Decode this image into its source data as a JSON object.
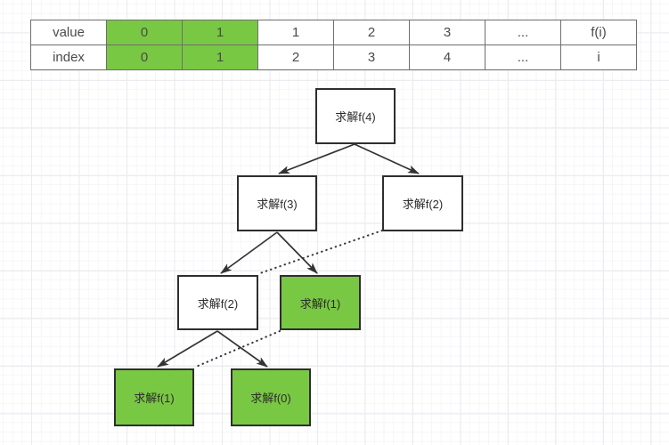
{
  "table": {
    "rows": [
      {
        "cells": [
          "value",
          "0",
          "1",
          "1",
          "2",
          "3",
          "...",
          "f(i)"
        ]
      },
      {
        "cells": [
          "index",
          "0",
          "1",
          "2",
          "3",
          "4",
          "...",
          "i"
        ]
      }
    ],
    "highlighted_columns": [
      1,
      2
    ]
  },
  "tree": {
    "nodes": [
      {
        "label": "求解f(4)",
        "highlighted": false
      },
      {
        "label": "求解f(3)",
        "highlighted": false
      },
      {
        "label": "求解f(2)",
        "highlighted": false
      },
      {
        "label": "求解f(2)",
        "highlighted": false
      },
      {
        "label": "求解f(1)",
        "highlighted": true
      },
      {
        "label": "求解f(1)",
        "highlighted": true
      },
      {
        "label": "求解f(0)",
        "highlighted": true
      }
    ],
    "solid_edges": [
      {
        "from": 0,
        "to": 1
      },
      {
        "from": 0,
        "to": 2
      },
      {
        "from": 1,
        "to": 3
      },
      {
        "from": 1,
        "to": 4
      },
      {
        "from": 3,
        "to": 5
      },
      {
        "from": 3,
        "to": 6
      }
    ],
    "dotted_edges": [
      {
        "from": 2,
        "to": 3
      },
      {
        "from": 4,
        "to": 5
      }
    ]
  },
  "colors": {
    "highlight_green": "#79c843",
    "node_border": "#2e2e2e",
    "table_border": "#6e6e6e",
    "connector": "#333333"
  }
}
